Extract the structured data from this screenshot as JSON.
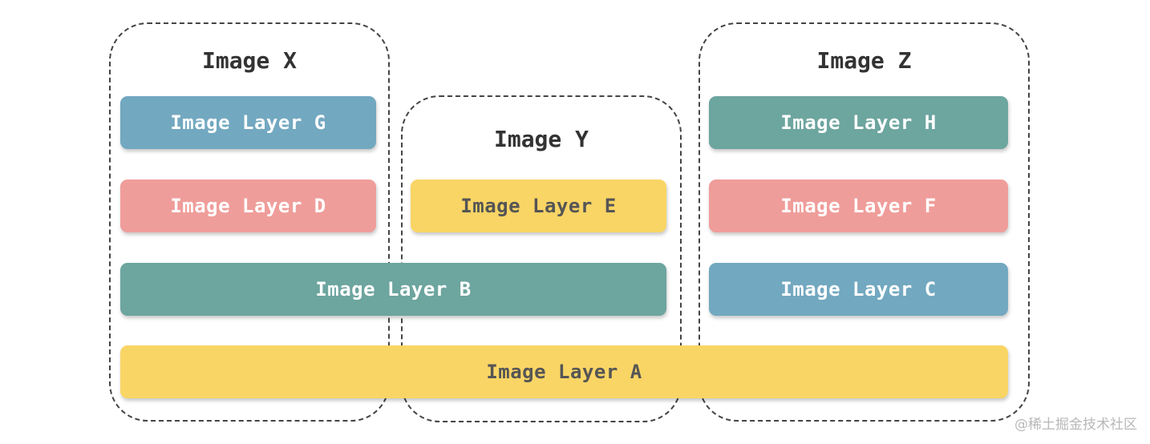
{
  "images": {
    "x": {
      "title": "Image X"
    },
    "y": {
      "title": "Image Y"
    },
    "z": {
      "title": "Image Z"
    }
  },
  "layers": {
    "a": "Image Layer A",
    "b": "Image Layer B",
    "c": "Image Layer C",
    "d": "Image Layer D",
    "e": "Image Layer E",
    "f": "Image Layer F",
    "g": "Image Layer G",
    "h": "Image Layer H"
  },
  "colors": {
    "blue": "#72a8c0",
    "pink": "#ef9d9a",
    "teal": "#6da59f",
    "yellow": "#f9d565",
    "border": "#444444"
  },
  "watermark": "@稀土掘金技术社区"
}
